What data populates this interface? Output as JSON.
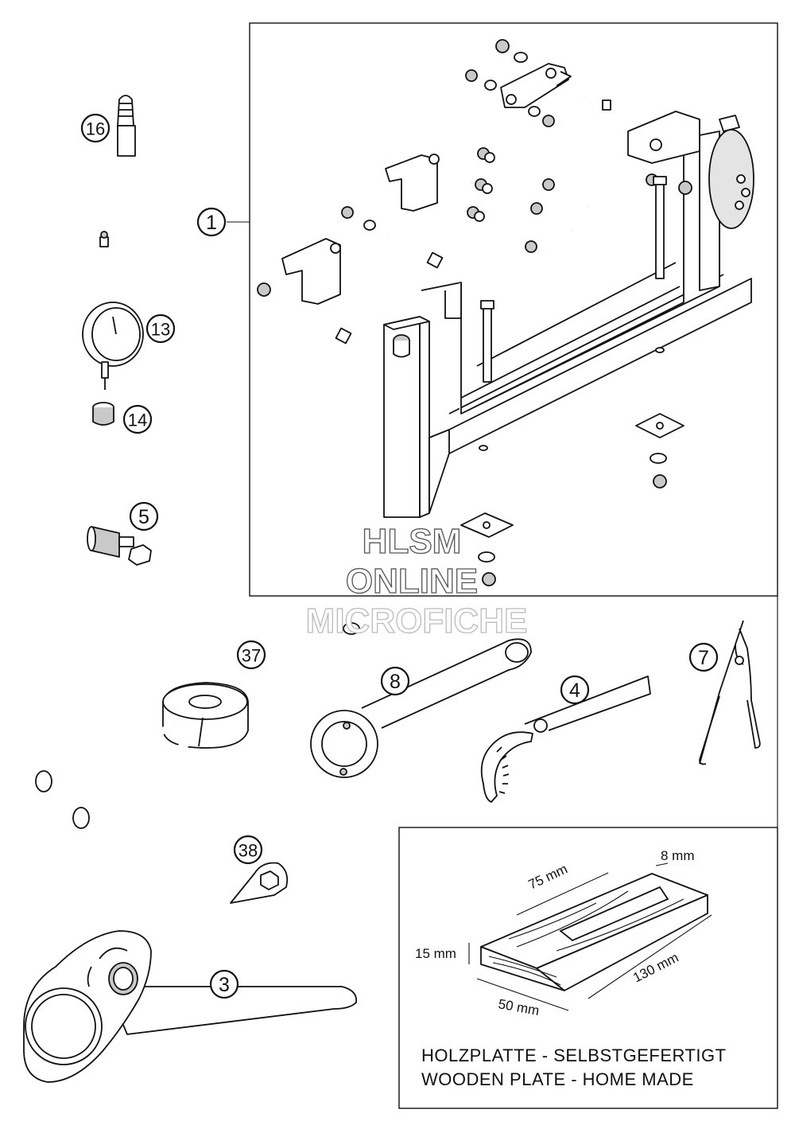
{
  "watermark": {
    "line1": "HLSM",
    "line2": "ONLINE",
    "line3": "MICROFICHE"
  },
  "callouts": [
    {
      "id": "1",
      "label": "1"
    },
    {
      "id": "3",
      "label": "3"
    },
    {
      "id": "4",
      "label": "4"
    },
    {
      "id": "5",
      "label": "5"
    },
    {
      "id": "7",
      "label": "7"
    },
    {
      "id": "8",
      "label": "8"
    },
    {
      "id": "13",
      "label": "13"
    },
    {
      "id": "14",
      "label": "14"
    },
    {
      "id": "16",
      "label": "16"
    },
    {
      "id": "37",
      "label": "37"
    },
    {
      "id": "38",
      "label": "38"
    }
  ],
  "wooden_plate": {
    "dim_length": "75 mm",
    "dim_slot": "8 mm",
    "dim_height": "15 mm",
    "dim_width": "50 mm",
    "dim_total": "130 mm",
    "caption_de": "HOLZPLATTE - SELBSTGEFERTIGT",
    "caption_en": "WOODEN PLATE - HOME MADE"
  },
  "colors": {
    "line": "#111111",
    "fill_grey": "#c9c9c9",
    "background": "#ffffff"
  }
}
